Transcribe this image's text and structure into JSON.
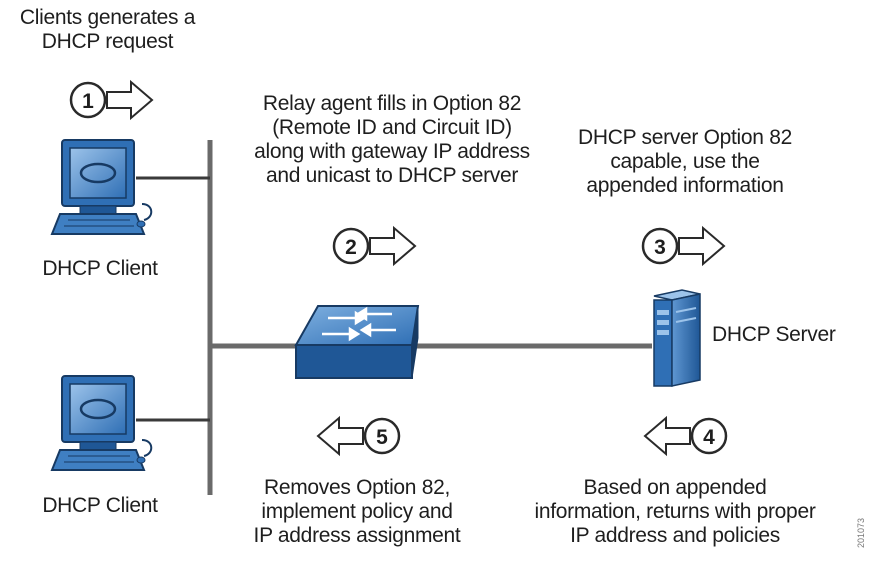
{
  "steps": [
    {
      "number": "1",
      "lines": [
        "Clients generates a",
        "DHCP request"
      ],
      "direction": "right"
    },
    {
      "number": "2",
      "lines": [
        "Relay agent fills in Option 82",
        "(Remote ID and Circuit ID)",
        "along with gateway IP address",
        "and unicast to DHCP server"
      ],
      "direction": "right"
    },
    {
      "number": "3",
      "lines": [
        "DHCP server Option 82",
        "capable, use the",
        "appended information"
      ],
      "direction": "right"
    },
    {
      "number": "4",
      "lines": [
        "Based on appended",
        "information, returns with proper",
        "IP address and policies"
      ],
      "direction": "left"
    },
    {
      "number": "5",
      "lines": [
        "Removes Option 82,",
        "implement policy and",
        "IP address assignment"
      ],
      "direction": "left"
    }
  ],
  "nodes": {
    "client_top": "DHCP Client",
    "client_bottom": "DHCP Client",
    "server": "DHCP Server"
  },
  "figure_id": "201073",
  "icons": {
    "client": "computer-terminal-icon",
    "switch": "relay-switch-icon",
    "server": "server-tower-icon",
    "arrow_right": "arrow-right-icon",
    "arrow_left": "arrow-left-icon"
  },
  "colors": {
    "line": "#6a6a6a",
    "device_blue": "#2f6fb5",
    "device_dark": "#173a63",
    "device_light": "#9cc3ea",
    "text": "#1e1e1e"
  }
}
